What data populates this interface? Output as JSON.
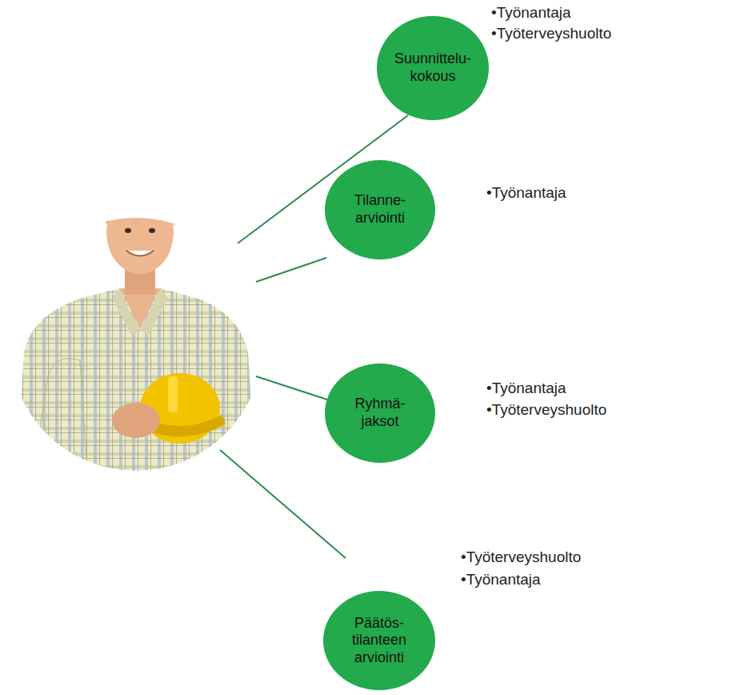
{
  "diagram": {
    "nodes": [
      {
        "text": [
          "Suunnittelu- kokous"
        ]
      },
      {
        "text": [
          "Tilanne- arviointi"
        ]
      },
      {
        "text": [
          "Ryhmä- jaksot"
        ]
      },
      {
        "text": [
          "Päätös- tilanteen arviointi"
        ]
      }
    ],
    "labels": [
      "•Työnantaja",
      "•Työterveyshuolto",
      "•Työnantaja",
      "•Työnantaja",
      "•Työterveyshuolto",
      "•Työterveyshuolto",
      "•Työnantaja"
    ]
  }
}
